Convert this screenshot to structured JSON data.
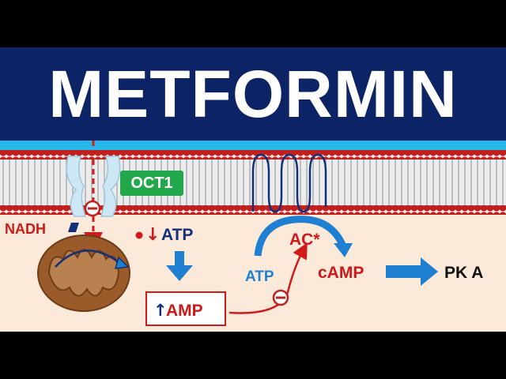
{
  "title": "METFORMIN",
  "labels": {
    "oct1": "OCT1",
    "nadh": "NADH",
    "atp_down_arrow": "↓",
    "atp_top": "ATP",
    "amp_up_arrow": "↑",
    "amp": "AMP",
    "atp_left": "ATP",
    "ac": "AC*",
    "camp": "cAMP",
    "pka": "PK A",
    "minus_symbol": "−"
  },
  "colors": {
    "title_band": "#0c2366",
    "membrane_red": "#c0201e",
    "membrane_cyan": "#29b6e8",
    "cytoplasm": "#fbe9da",
    "navy_text": "#12307a",
    "red_text": "#cc1a1a",
    "blue_arrow": "#1f7fd0",
    "oct1_green": "#22a84a",
    "mitochondria": "#9a5a2a"
  }
}
